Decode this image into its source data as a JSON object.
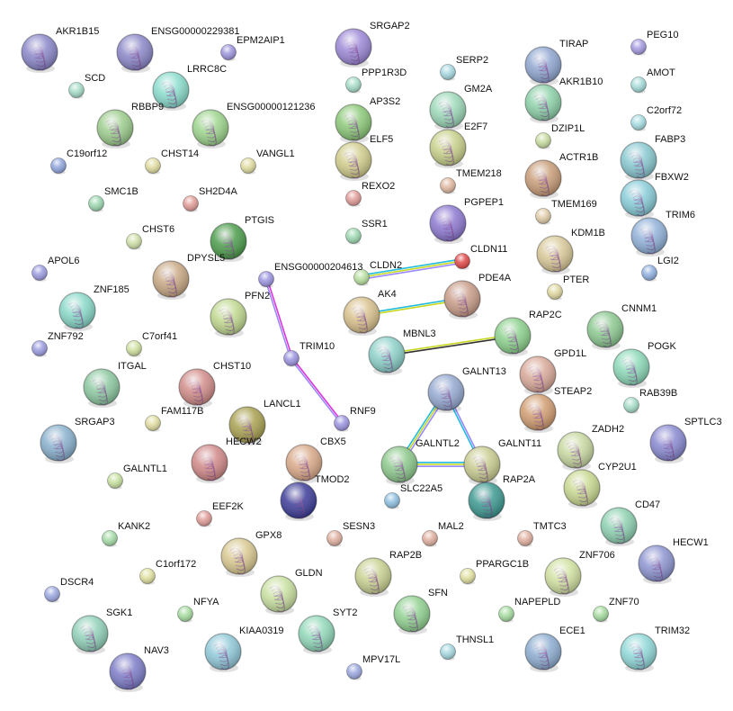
{
  "network": {
    "nodes": [
      "AKR1B15",
      "ENSG00000229381",
      "EPM2AIP1",
      "SRGAP2",
      "PEG10",
      "TIRAP",
      "SCD",
      "LRRC8C",
      "PPP1R3D",
      "SERP2",
      "AMOT",
      "RBBP9",
      "ENSG00000121236",
      "AP3S2",
      "GM2A",
      "AKR1B10",
      "C2orf72",
      "E2F7",
      "DZIP1L",
      "C19orf12",
      "CHST14",
      "VANGL1",
      "ELF5",
      "FABP3",
      "ACTR1B",
      "TMEM218",
      "REXO2",
      "SMC1B",
      "SH2D4A",
      "FBXW2",
      "PGPEP1",
      "TMEM169",
      "TRIM6",
      "SSR1",
      "PTGIS",
      "CHST6",
      "CLDN11",
      "KDM1B",
      "CLDN2",
      "APOL6",
      "DPYSL5",
      "ENSG00000204613",
      "LGI2",
      "PDE4A",
      "PTER",
      "ZNF185",
      "PFN2",
      "AK4",
      "CNNM1",
      "RAP2C",
      "ZNF792",
      "C7orf41",
      "TRIM10",
      "MBNL3",
      "POGK",
      "GPD1L",
      "ITGAL",
      "CHST10",
      "GALNT13",
      "RAB39B",
      "STEAP2",
      "FAM117B",
      "LANCL1",
      "RNF9",
      "SRGAP3",
      "ZADH2",
      "SPTLC3",
      "HECW2",
      "CBX5",
      "GALNTL2",
      "GALNT11",
      "CYP2U1",
      "GALNTL1",
      "TMOD2",
      "RAP2A",
      "SLC22A5",
      "CD47",
      "EEF2K",
      "KANK2",
      "SESN3",
      "MAL2",
      "TMTC3",
      "GPX8",
      "HECW1",
      "C1orf172",
      "RAP2B",
      "PPARGC1B",
      "ZNF706",
      "DSCR4",
      "GLDN",
      "NFYA",
      "SFN",
      "NAPEPLD",
      "ZNF70",
      "SGK1",
      "SYT2",
      "KIAA0319",
      "THNSL1",
      "ECE1",
      "TRIM32",
      "NAV3",
      "MPV17L"
    ],
    "edges": [
      {
        "source": "CLDN2",
        "target": "CLDN11",
        "colors": [
          "#22bbdd",
          "#c8d820",
          "#9988ff"
        ]
      },
      {
        "source": "AK4",
        "target": "PDE4A",
        "colors": [
          "#22bbdd",
          "#c8d820"
        ]
      },
      {
        "source": "MBNL3",
        "target": "RAP2C",
        "colors": [
          "#c8d820",
          "#333333"
        ]
      },
      {
        "source": "ENSG00000204613",
        "target": "TRIM10",
        "colors": [
          "#dd33dd",
          "#9988ff"
        ]
      },
      {
        "source": "TRIM10",
        "target": "RNF9",
        "colors": [
          "#dd33dd",
          "#9988ff"
        ]
      },
      {
        "source": "GALNT13",
        "target": "GALNTL2",
        "colors": [
          "#9988ff",
          "#c8d820",
          "#22bbdd"
        ]
      },
      {
        "source": "GALNT13",
        "target": "GALNT11",
        "colors": [
          "#9988ff",
          "#22bbdd"
        ]
      },
      {
        "source": "GALNTL2",
        "target": "GALNT11",
        "colors": [
          "#22bbdd",
          "#c8d820",
          "#9988ff"
        ]
      }
    ]
  }
}
